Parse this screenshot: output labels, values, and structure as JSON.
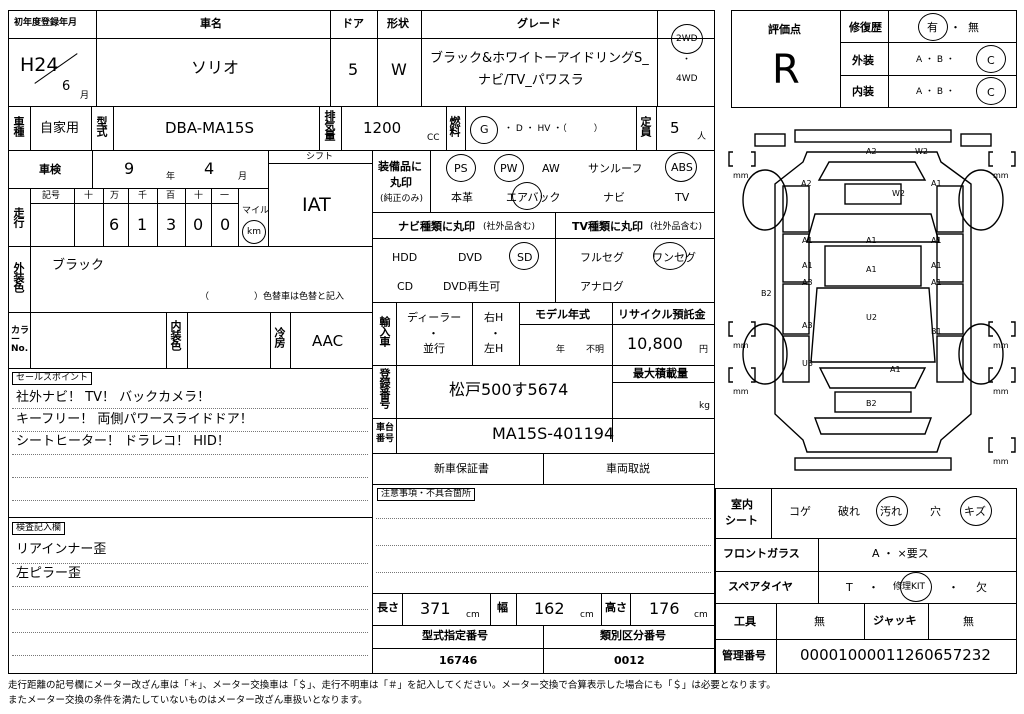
{
  "header": {
    "first_reg_label": "初年度登録年月",
    "first_reg_era": "H24",
    "first_reg_month": "6",
    "first_reg_month_unit": "月",
    "car_name_label": "車名",
    "car_name": "ソリオ",
    "doors_label": "ドア",
    "doors": "5",
    "shape_label": "形状",
    "shape": "W",
    "grade_label": "グレード",
    "grade_line1": "ブラック&ホワイトーアイドリングS_",
    "grade_line2": "ナビ/TV_パワスラ",
    "drive_2wd": "2WD",
    "drive_dot": "・",
    "drive_4wd": "4WD"
  },
  "eval": {
    "score_label": "評価点",
    "score": "R",
    "repair_label": "修復歴",
    "repair_yes": "有",
    "repair_sep": "・",
    "repair_no": "無",
    "exterior_label": "外装",
    "interior_label": "内装",
    "abc": "A ・ B ・",
    "grade_c": "C"
  },
  "reg": {
    "usage_label": "車種",
    "usage": "自家用",
    "model_label": "型式",
    "model": "DBA-MA15S",
    "displacement_label": "排気量",
    "displacement": "1200",
    "displacement_unit": "CC",
    "fuel_label": "燃料",
    "fuel_g": "G",
    "fuel_rest": "・ D ・ HV ・（　　　）",
    "capacity_label": "定員",
    "capacity": "5",
    "capacity_unit": "人"
  },
  "inspection": {
    "label": "車検",
    "year": "9",
    "year_unit": "年",
    "month": "4",
    "month_unit": "月",
    "shift_label": "シフト",
    "shift": "IAT"
  },
  "mileage": {
    "label": "走行",
    "cols": [
      "記号",
      "十",
      "万",
      "千",
      "百",
      "十",
      "一"
    ],
    "digits": [
      "",
      "6",
      "1",
      "3",
      "0",
      "0"
    ],
    "mile_label": "マイル",
    "km_label": "km"
  },
  "exterior_color": {
    "label": "外装色",
    "value": "ブラック",
    "note": "（　　　　　）色替車は色替と記入"
  },
  "colorno": {
    "label": "カラーNo.",
    "interior_label": "内装色",
    "ac_label": "冷房",
    "ac": "AAC"
  },
  "sales_points": {
    "label": "セールスポイント",
    "lines": [
      "社外ナビ！ TV！ バックカメラ！",
      "キーフリー！ 両側パワースライドドア！",
      "シートヒーター！ ドラレコ！ HID！"
    ]
  },
  "inspector_notes": {
    "label": "検査記入欄",
    "lines": [
      "リアインナー歪",
      "左ピラー歪"
    ]
  },
  "equipment": {
    "label_line1": "装備品に",
    "label_line2": "丸印",
    "label_line3": "(純正のみ)",
    "row1": [
      "PS",
      "PW",
      "AW",
      "サンルーフ",
      "ABS"
    ],
    "row2": [
      "本革",
      "エアバック",
      "ナビ",
      "TV"
    ]
  },
  "nav": {
    "label": "ナビ種類に丸印",
    "label_small": "(社外品含む)",
    "items": [
      "HDD",
      "DVD",
      "SD",
      "CD",
      "DVD再生可"
    ]
  },
  "tv": {
    "label": "TV種類に丸印",
    "label_small": "(社外品含む)",
    "items": [
      "フルセグ",
      "ワンセグ",
      "アナログ"
    ]
  },
  "import": {
    "label": "輸入車",
    "dealer": "ディーラー",
    "dot": "・",
    "parallel": "並行",
    "right": "右H",
    "left": "左H",
    "model_year_label": "モデル年式",
    "year_unit": "年",
    "unknown": "不明",
    "recycle_label": "リサイクル預託金",
    "recycle": "10,800",
    "recycle_unit": "円"
  },
  "plate": {
    "label": "登録番号",
    "value": "松戸500す5674",
    "max_load_label": "最大積載量",
    "max_load_unit": "kg"
  },
  "chassis": {
    "label": "車台番号",
    "value": "MA15S-401194"
  },
  "docs": {
    "warranty": "新車保証書",
    "manual": "車両取説"
  },
  "caution": {
    "label": "注意事項・不具合箇所"
  },
  "dims": {
    "length_label": "長さ",
    "length": "371",
    "width_label": "幅",
    "width": "162",
    "height_label": "高さ",
    "height": "176",
    "unit": "cm",
    "type_no_label": "型式指定番号",
    "type_no": "16746",
    "class_no_label": "類別区分番号",
    "class_no": "0012"
  },
  "interior": {
    "seat_label_1": "室内",
    "seat_label_2": "シート",
    "seat_items": [
      "コゲ",
      "破れ",
      "汚れ",
      "穴",
      "キズ"
    ],
    "glass_label": "フロントガラス",
    "glass_value": "A ・ ×要ス",
    "spare_label": "スペアタイヤ",
    "spare_t": "T",
    "spare_kit": "修理KIT",
    "spare_none": "欠",
    "dot": "・",
    "tools_label": "工具",
    "tools_value": "無",
    "jack_label": "ジャッキ",
    "jack_value": "無",
    "mgmt_label": "管理番号",
    "mgmt_value": "00001000011260657232"
  },
  "diagram": {
    "marks": [
      "A2",
      "W2",
      "A2",
      "W2",
      "A1",
      "A1",
      "A1",
      "A1",
      "A1",
      "A1",
      "A1",
      "B2",
      "A3",
      "A1",
      "A3",
      "U2",
      "B1",
      "U3",
      "A1",
      "B2"
    ],
    "mm": "mm"
  },
  "footer": {
    "line1": "走行距離の記号欄にメーター改ざん車は「＊」、メーター交換車は「＄」、走行不明車は「＃」を記入してください。メーター交換で合算表示した場合にも「＄」は必要となります。",
    "line2": "またメーター交換の条件を満たしていないものはメーター改ざん車扱いとなります。"
  }
}
